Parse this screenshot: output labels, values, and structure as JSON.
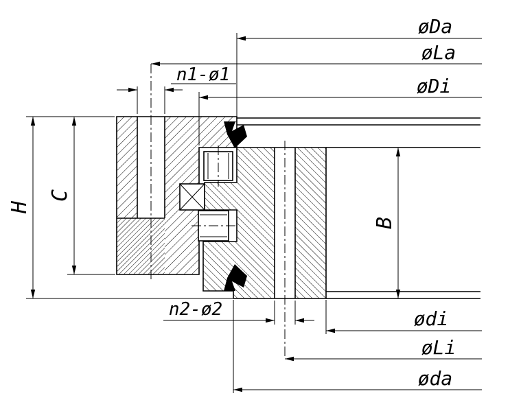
{
  "colors": {
    "line": "#000000",
    "background": "#ffffff"
  },
  "labels": {
    "dia_Da": "øDa",
    "dia_La": "øLa",
    "dia_Di": "øDi",
    "holes_n1": "n1-ø1",
    "height_H": "H",
    "height_C": "C",
    "width_B": "B",
    "holes_n2": "n2-ø2",
    "dia_di": "ødi",
    "dia_Li": "øLi",
    "dia_da": "øda"
  }
}
